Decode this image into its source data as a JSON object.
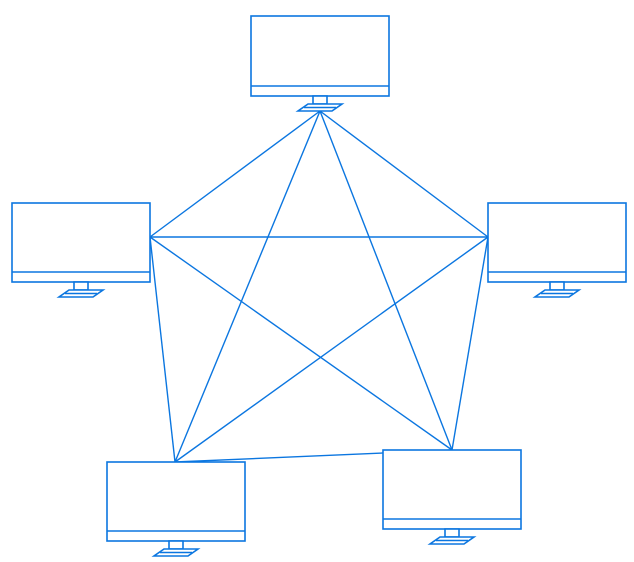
{
  "diagram": {
    "topology": "full-mesh",
    "node_icon": "desktop-monitor-icon",
    "colors": {
      "stroke": "#0b76e0",
      "fill": "#ffffff",
      "background": "#ffffff"
    },
    "nodes": [
      {
        "id": "top"
      },
      {
        "id": "left"
      },
      {
        "id": "right"
      },
      {
        "id": "bottom-left"
      },
      {
        "id": "bottom-right"
      }
    ],
    "links": [
      [
        "top",
        "left"
      ],
      [
        "top",
        "right"
      ],
      [
        "top",
        "bottom-left"
      ],
      [
        "top",
        "bottom-right"
      ],
      [
        "left",
        "right"
      ],
      [
        "left",
        "bottom-left"
      ],
      [
        "left",
        "bottom-right"
      ],
      [
        "right",
        "bottom-left"
      ],
      [
        "right",
        "bottom-right"
      ],
      [
        "bottom-left",
        "bottom-right"
      ]
    ]
  }
}
